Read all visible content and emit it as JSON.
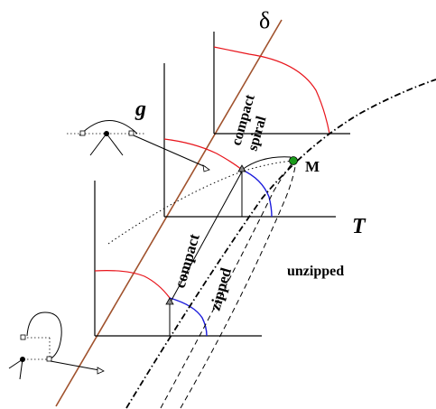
{
  "labels": {
    "delta": "δ",
    "g": "g",
    "T": "T",
    "M": "M",
    "compact": "compact",
    "compact_spiral_line1": "compact",
    "compact_spiral_line2": "spiral",
    "zipped": "zipped",
    "unzipped": "unzipped"
  },
  "colors": {
    "diagonal": "#a0522d",
    "crossover": "#e8141b",
    "arc": "#1c1cdc",
    "point_M": "#1a9a1a",
    "stroke": "#000000"
  }
}
